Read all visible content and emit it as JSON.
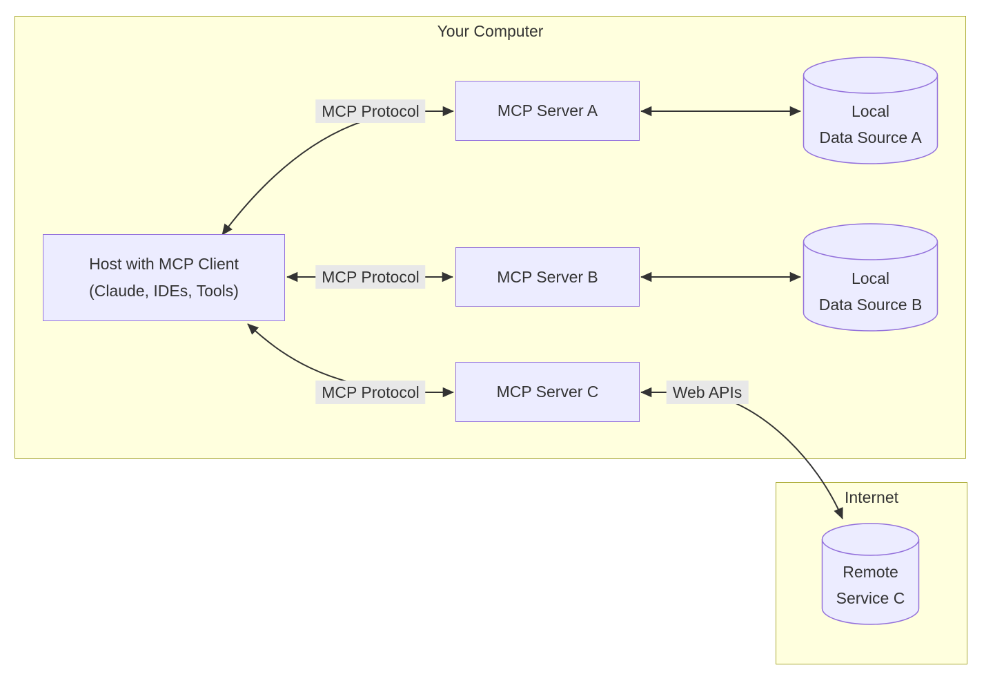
{
  "groups": {
    "your_computer": {
      "title": "Your Computer"
    },
    "internet": {
      "title": "Internet"
    }
  },
  "nodes": {
    "host": {
      "line1": "Host with MCP Client",
      "line2": "(Claude, IDEs, Tools)"
    },
    "server_a": {
      "label": "MCP Server A"
    },
    "server_b": {
      "label": "MCP Server B"
    },
    "server_c": {
      "label": "MCP Server C"
    },
    "data_source_a": {
      "line1": "Local",
      "line2": "Data Source A"
    },
    "data_source_b": {
      "line1": "Local",
      "line2": "Data Source B"
    },
    "remote_service_c": {
      "line1": "Remote",
      "line2": "Service C"
    }
  },
  "edge_labels": {
    "protocol_a": "MCP Protocol",
    "protocol_b": "MCP Protocol",
    "protocol_c": "MCP Protocol",
    "web_apis": "Web APIs"
  },
  "colors": {
    "group-fill": "#ffffde",
    "group-border": "#aaaa33",
    "node-fill": "#ECECFF",
    "node-border": "#9370DB",
    "edge-color": "#333333",
    "label-bg": "#e8e8e8",
    "text-color": "#333333"
  }
}
